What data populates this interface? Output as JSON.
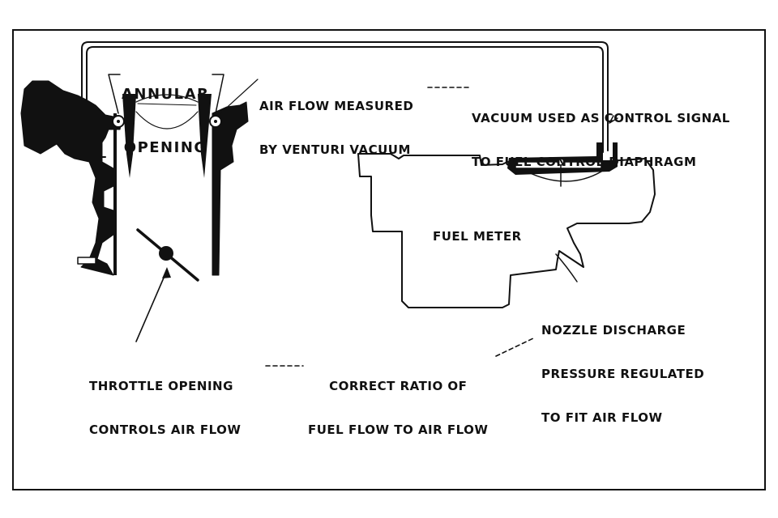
{
  "figure": {
    "type": "carburetor-fuel-metering-schematic",
    "ink_color": "#111111",
    "background_color": "#ffffff"
  },
  "labels": {
    "annular_opening": [
      "ANNULAR",
      "OPENING"
    ],
    "air_flow_measured": [
      "AIR FLOW MEASURED",
      "BY VENTURI VACUUM"
    ],
    "vacuum_signal": [
      "VACUUM USED AS CONTROL SIGNAL",
      "TO FUEL CONTROL DIAPHRAGM"
    ],
    "fuel_meter": "FUEL METER",
    "nozzle_discharge": [
      "NOZZLE DISCHARGE",
      "PRESSURE REGULATED",
      "TO FIT AIR FLOW"
    ],
    "throttle_opening": [
      "THROTTLE OPENING",
      "CONTROLS AIR FLOW"
    ],
    "correct_ratio": [
      "CORRECT RATIO OF",
      "FUEL FLOW TO AIR FLOW"
    ]
  },
  "components": [
    "venturi-throat",
    "throttle-valve",
    "vacuum-signal-tube",
    "fuel-control-diaphragm",
    "fuel-meter-body",
    "nozzle-discharge-line"
  ]
}
